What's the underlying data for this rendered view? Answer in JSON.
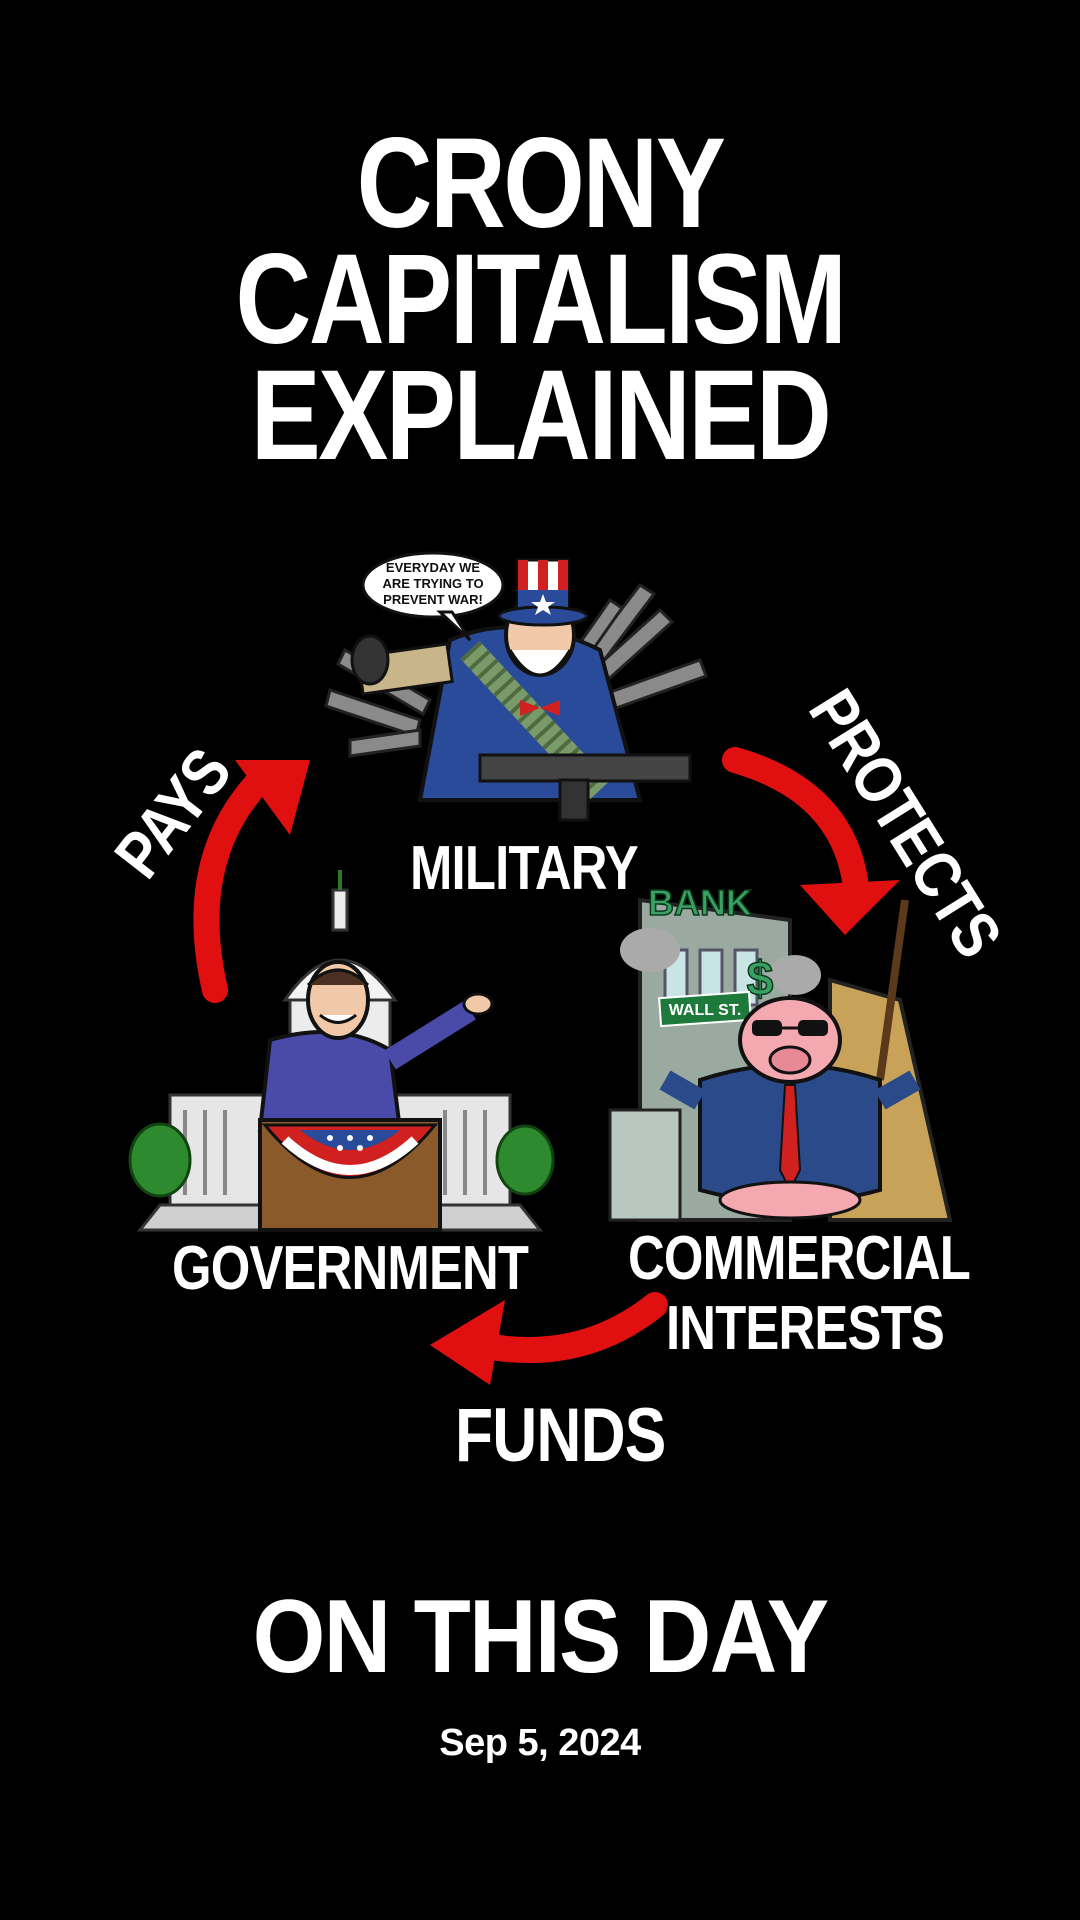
{
  "title": {
    "line1": "CRONY",
    "line2": "CAPITALISM",
    "line3": "EXPLAINED"
  },
  "nodes": {
    "military": {
      "label": "MILITARY",
      "speech_bubble": "EVERYDAY WE ARE TRYING TO PREVENT WAR!"
    },
    "government": {
      "label": "GOVERNMENT"
    },
    "commercial": {
      "label_line1": "COMMERCIAL",
      "label_line2": "INTERESTS",
      "bank_sign": "BANK",
      "street_sign": "WALL ST."
    }
  },
  "edges": {
    "pays": "PAYS",
    "protects": "PROTECTS",
    "funds": "FUNDS"
  },
  "footer": {
    "heading": "ON THIS DAY",
    "date": "Sep 5, 2024"
  },
  "colors": {
    "background": "#000000",
    "text": "#ffffff",
    "arrow": "#e01010"
  }
}
